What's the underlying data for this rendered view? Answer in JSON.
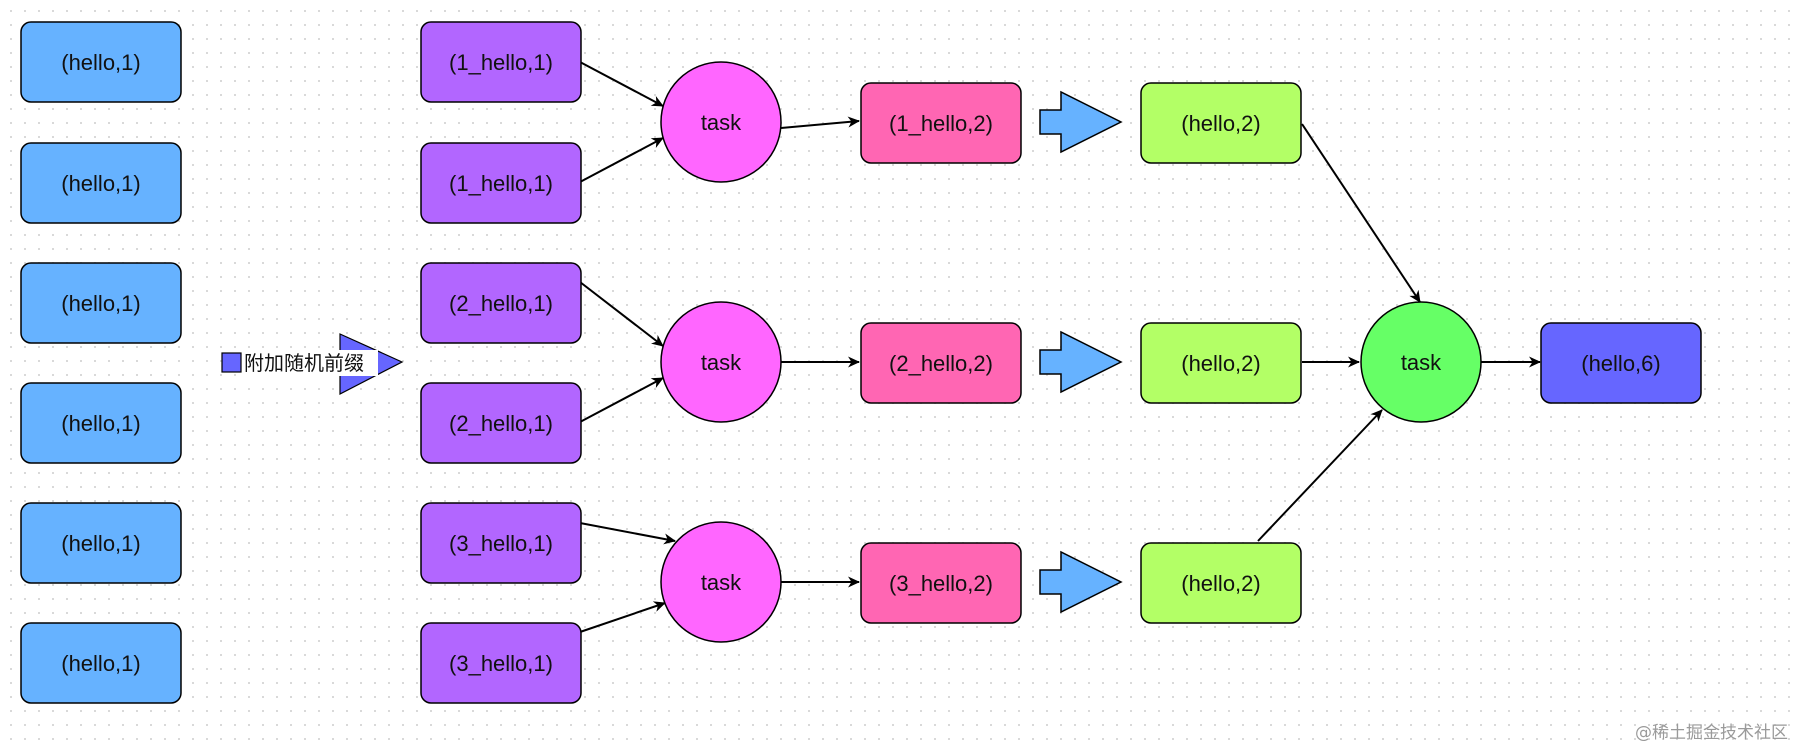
{
  "colors": {
    "blue": "#66b2ff",
    "purple": "#b266ff",
    "magenta": "#ff66ff",
    "pink": "#ff66b3",
    "lime": "#b3ff66",
    "green": "#66ff66",
    "indigo": "#6666ff",
    "stroke": "#000000"
  },
  "input_nodes": [
    "(hello,1)",
    "(hello,1)",
    "(hello,1)",
    "(hello,1)",
    "(hello,1)",
    "(hello,1)"
  ],
  "prefix_label": "附加随机前缀",
  "prefixed_nodes": [
    "(1_hello,1)",
    "(1_hello,1)",
    "(2_hello,1)",
    "(2_hello,1)",
    "(3_hello,1)",
    "(3_hello,1)"
  ],
  "first_tasks": [
    "task",
    "task",
    "task"
  ],
  "partial_results": [
    "(1_hello,2)",
    "(2_hello,2)",
    "(3_hello,2)"
  ],
  "stripped_results": [
    "(hello,2)",
    "(hello,2)",
    "(hello,2)"
  ],
  "final_task": "task",
  "final_result": "(hello,6)",
  "watermark": "@稀土掘金技术社区"
}
